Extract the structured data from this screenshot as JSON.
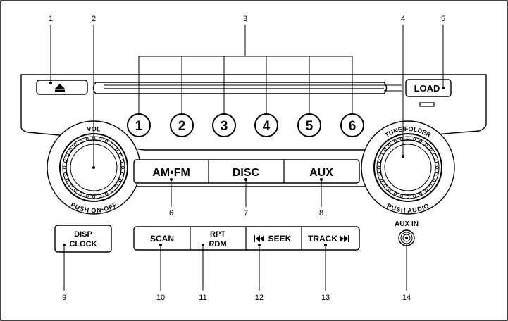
{
  "callouts": {
    "c1": "1",
    "c2": "2",
    "c3": "3",
    "c4": "4",
    "c5": "5",
    "c6": "6",
    "c7": "7",
    "c8": "8",
    "c9": "9",
    "c10": "10",
    "c11": "11",
    "c12": "12",
    "c13": "13",
    "c14": "14"
  },
  "presets": [
    "1",
    "2",
    "3",
    "4",
    "5",
    "6"
  ],
  "buttons": {
    "load": "LOAD",
    "am_fm": "AM•FM",
    "disc": "DISC",
    "aux": "AUX",
    "disp_line1": "DISP",
    "disp_line2": "CLOCK",
    "scan": "SCAN",
    "rpt": "RPT",
    "rdm": "RDM",
    "seek": "SEEK",
    "track": "TRACK"
  },
  "knobs": {
    "vol_top": "VOL",
    "vol_bottom": "PUSH ON•OFF",
    "tune_top": "TUNE/FOLDER",
    "tune_bottom": "PUSH AUDIO"
  },
  "aux_in": "AUX IN",
  "icons": {
    "eject": "eject-icon",
    "seek_back": "skip-back-icon",
    "track_forward": "skip-forward-icon"
  }
}
